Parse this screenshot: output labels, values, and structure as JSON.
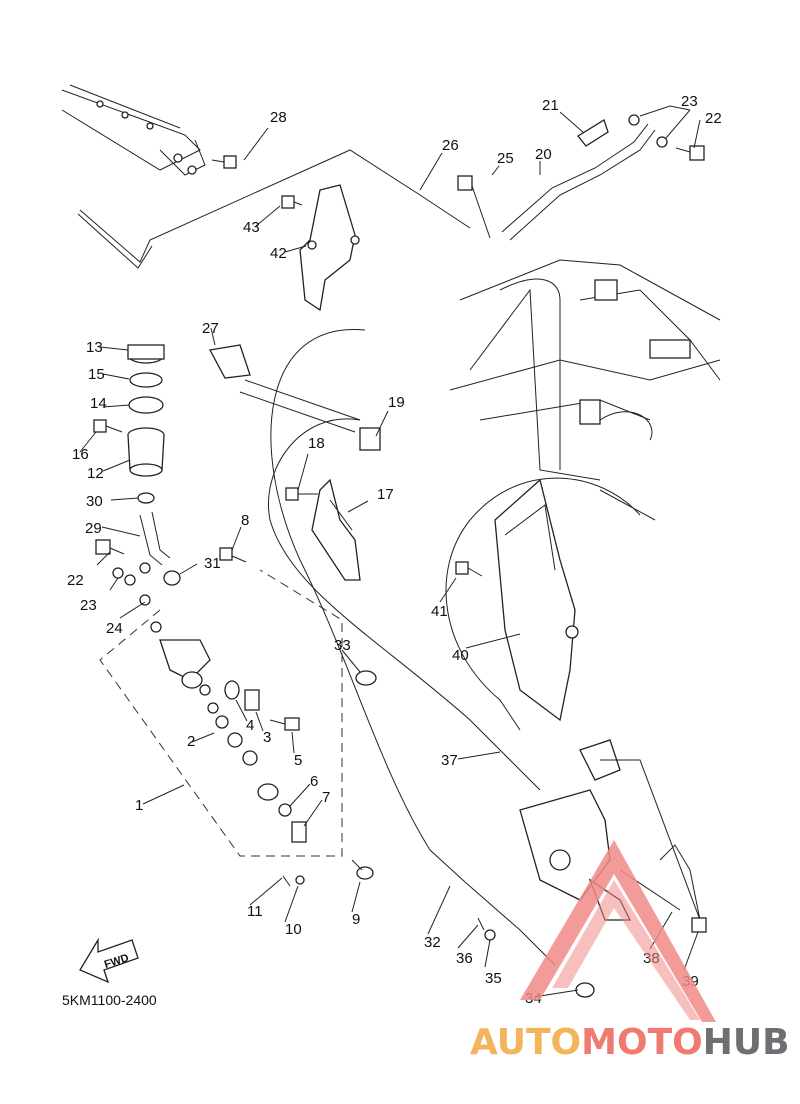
{
  "diagram": {
    "part_numbers": [
      "1",
      "2",
      "3",
      "4",
      "5",
      "6",
      "7",
      "8",
      "9",
      "10",
      "11",
      "12",
      "13",
      "14",
      "15",
      "16",
      "17",
      "18",
      "19",
      "20",
      "21",
      "22",
      "23",
      "24",
      "25",
      "26",
      "27",
      "28",
      "29",
      "30",
      "31",
      "32",
      "33",
      "34",
      "35",
      "36",
      "37",
      "38",
      "39",
      "40",
      "41",
      "42",
      "43"
    ],
    "duplicate_callouts": [
      "22",
      "23"
    ],
    "fwd_label": "FWD",
    "diagram_code": "5KM1100-2400"
  },
  "watermark": {
    "part1": "AUTO",
    "part2": "MOTO",
    "part3": "HUB",
    "colors": {
      "auto": "#f3b45c",
      "moto": "#f07a70",
      "hub": "#6f6f73",
      "triangle": "#f08a86"
    }
  }
}
